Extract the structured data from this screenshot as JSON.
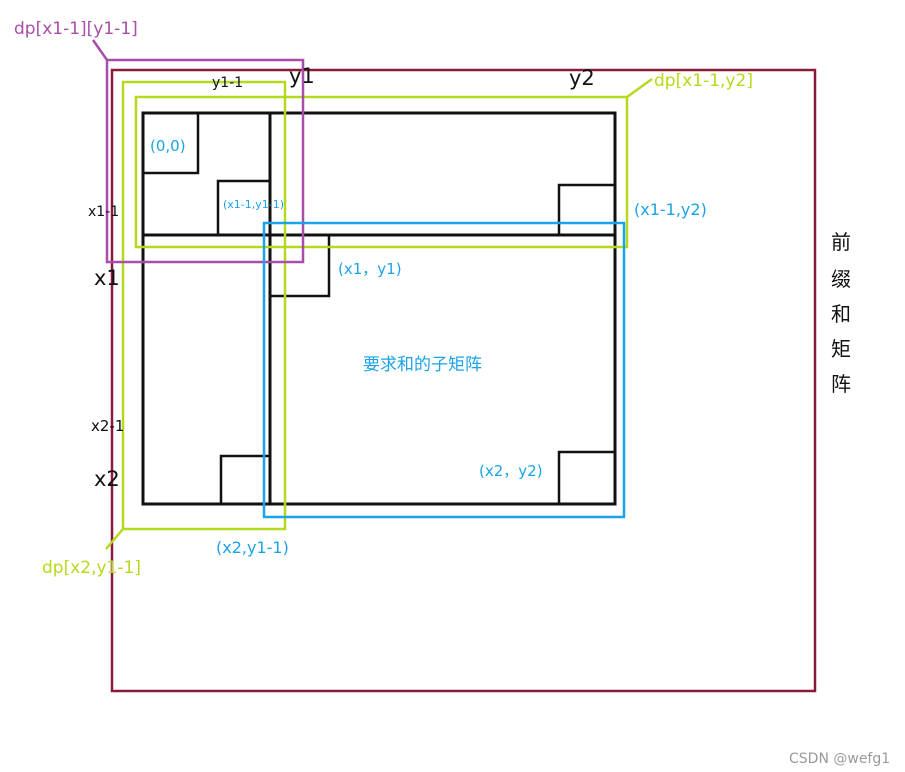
{
  "labels": {
    "dp_x1m1_y1m1": "dp[x1-1][y1-1]",
    "dp_x1m1_y2": "dp[x1-1,y2]",
    "dp_x2_y1m1": "dp[x2,y1-1]",
    "y1m1": "y1-1",
    "y1": "y1",
    "y2": "y2",
    "x1m1": "x1-1",
    "x1": "x1",
    "x2m1": "x2-1",
    "x2": "x2",
    "origin": "(0,0)",
    "cell_x1m1_y1m1": "(x1-1,y1-1)",
    "cell_x1m1_y2": "(x1-1,y2)",
    "cell_x1_y1": "(x1，y1)",
    "cell_x2_y2": "(x2，y2)",
    "cell_x2_y1m1": "(x2,y1-1)",
    "submatrix": "要求和的子矩阵",
    "prefix_sum_chars": [
      "前",
      "缀",
      "和",
      "矩",
      "阵"
    ]
  },
  "watermark": "CSDN @wefg1",
  "colors": {
    "outer_frame": "#8b1a3a",
    "matrix": "#111111",
    "green": "#b5d91c",
    "blue": "#1aa3e8",
    "purple": "#a84ea8"
  }
}
